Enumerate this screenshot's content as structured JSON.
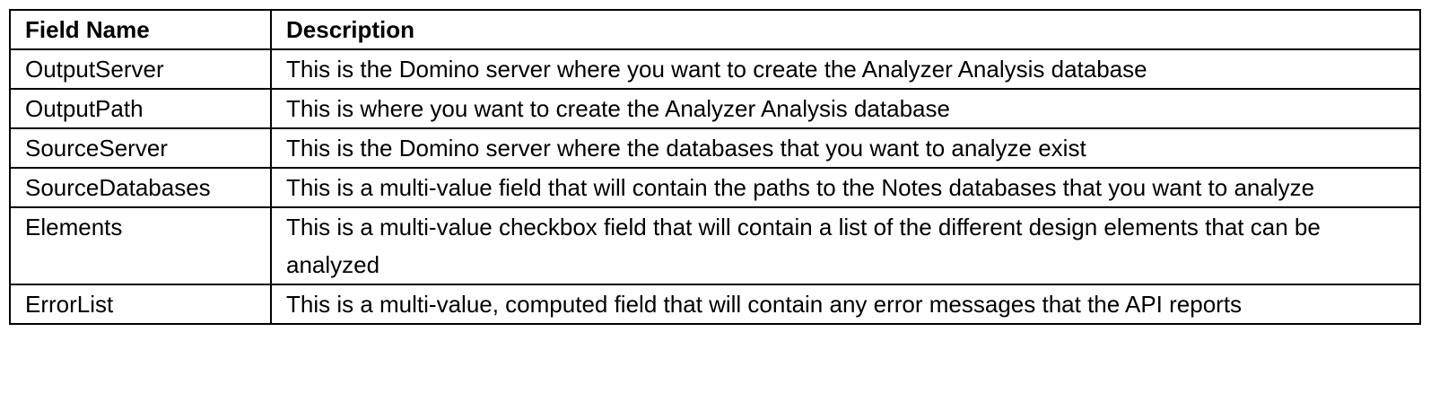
{
  "table": {
    "headers": [
      "Field Name",
      "Description"
    ],
    "rows": [
      [
        "OutputServer",
        "This is the Domino server where you want to create the Analyzer Analysis database"
      ],
      [
        "OutputPath",
        "This is where you want to create the Analyzer Analysis database"
      ],
      [
        "SourceServer",
        "This is the Domino server where the databases that you want to analyze exist"
      ],
      [
        "SourceDatabases",
        "This is a multi-value field that will contain the paths to the Notes databases that you want to analyze"
      ],
      [
        "Elements",
        "This is a multi-value checkbox field that will contain a list of the different design elements that can be analyzed"
      ],
      [
        "ErrorList",
        "This is a multi-value, computed field that will contain any error messages that the API reports"
      ]
    ]
  }
}
